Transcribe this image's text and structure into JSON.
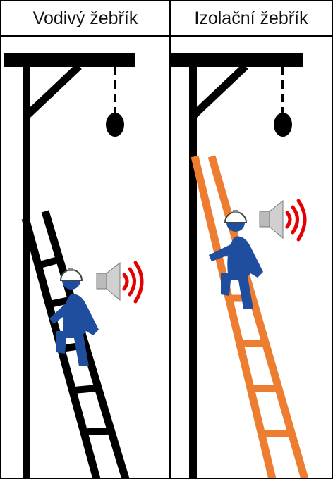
{
  "panels": [
    {
      "id": "conductive",
      "title": "Vodivý žebřík",
      "ladder_color": "#000000"
    },
    {
      "id": "insulating",
      "title": "Izolační žebřík",
      "ladder_color": "#ED7D31"
    }
  ],
  "colors": {
    "worker": "#1F4E9E",
    "frame": "#000000",
    "sound_waves": "#E60000"
  },
  "icons": {
    "speaker": "speaker-icon",
    "helmet": "helmet-icon",
    "lamp": "lamp-icon"
  }
}
